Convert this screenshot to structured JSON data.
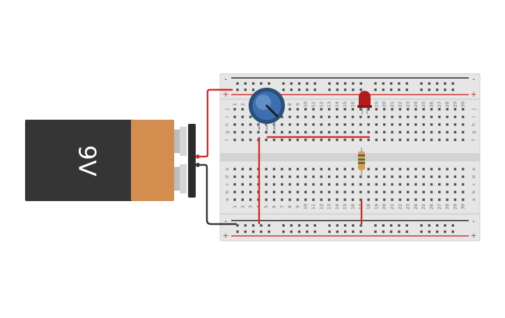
{
  "battery": {
    "label": "9V",
    "body_color": "#353535",
    "cap_color": "#d38d4f"
  },
  "breadboard": {
    "columns": [
      "1",
      "2",
      "3",
      "4",
      "5",
      "6",
      "7",
      "8",
      "9",
      "10",
      "11",
      "12",
      "13",
      "14",
      "15",
      "16",
      "17",
      "18",
      "19",
      "20",
      "21",
      "22",
      "23",
      "24",
      "25",
      "26",
      "27",
      "28",
      "29",
      "30"
    ],
    "rows_top": [
      "j",
      "i",
      "h",
      "g",
      "f"
    ],
    "rows_bottom": [
      "e",
      "d",
      "c",
      "b",
      "a"
    ],
    "rail_plus": "+",
    "rail_minus": "-",
    "rail_pos_color": "#d42b2b",
    "rail_neg_color": "#222222"
  },
  "components": {
    "potentiometer": {
      "name": "potentiometer",
      "color": "#3d6fb0"
    },
    "led": {
      "name": "red LED",
      "color": "#b01c1c"
    },
    "resistor": {
      "name": "resistor",
      "color": "#c9a46a"
    }
  },
  "wires": {
    "red": "#d42b2b",
    "black": "#333333"
  }
}
